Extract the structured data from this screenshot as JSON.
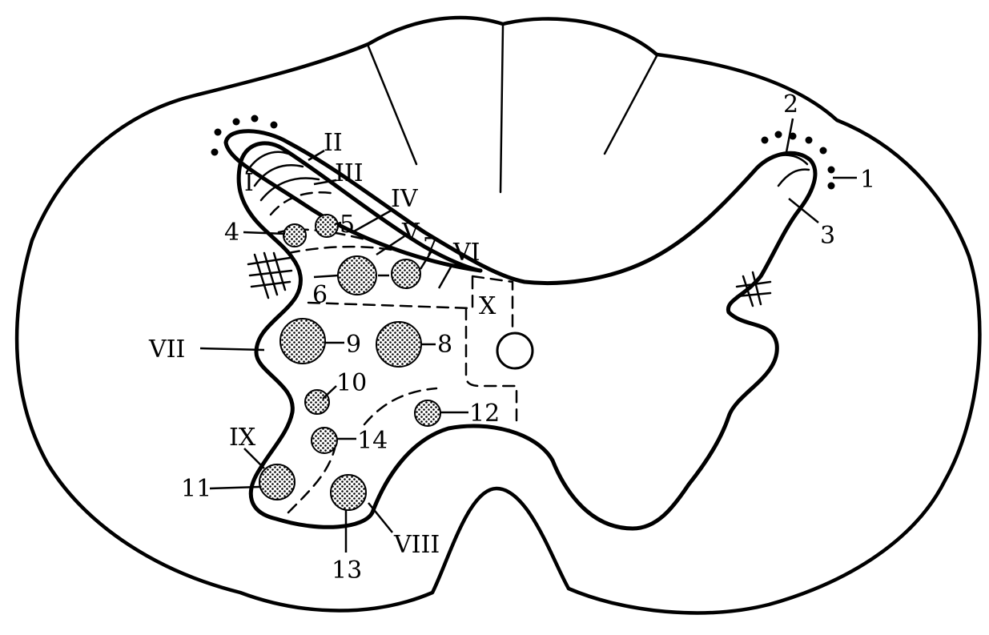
{
  "laminae": {
    "I": "I",
    "II": "II",
    "III": "III",
    "IV": "IV",
    "V": "V",
    "VI": "VI",
    "VII": "VII",
    "VIII": "VIII",
    "IX": "IX",
    "X": "X"
  },
  "nuclei": {
    "n1": "1",
    "n2": "2",
    "n3": "3",
    "n4": "4",
    "n5": "5",
    "n6": "6",
    "n7": "7",
    "n8": "8",
    "n9": "9",
    "n10": "10",
    "n11": "11",
    "n12": "12",
    "n13": "13",
    "n14": "14"
  }
}
